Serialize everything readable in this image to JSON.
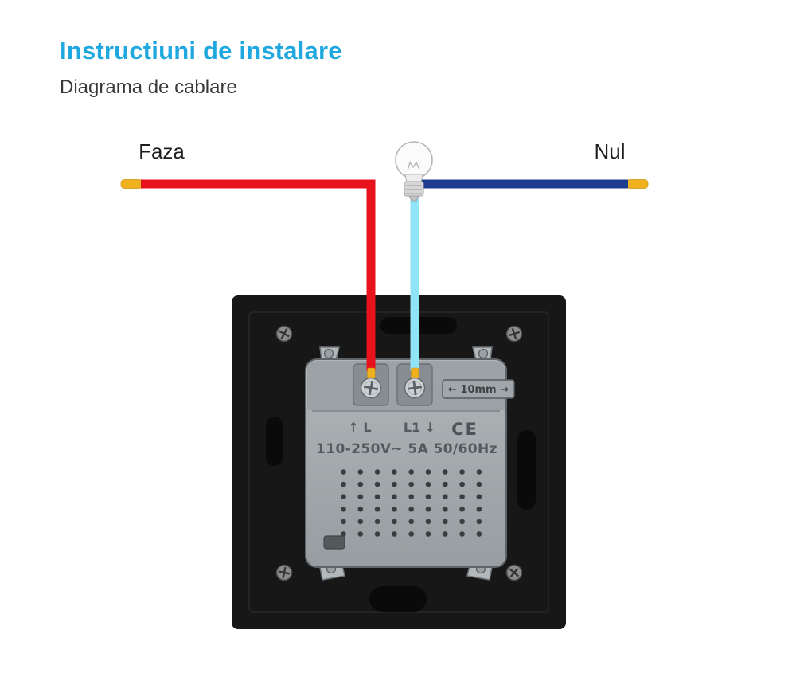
{
  "page": {
    "title": "Instructiuni de instalare",
    "subtitle": "Diagrama de cablare"
  },
  "diagram": {
    "phase_label": "Faza",
    "neutral_label": "Nul",
    "module": {
      "gauge": "← 10mm →",
      "l_marking": "↑ L",
      "l1_marking": "L1 ↓",
      "ce_mark": "CE",
      "rating": "110-250V~ 5A 50/60Hz"
    },
    "colors": {
      "title_accent": "#1fa8e0",
      "phase_wire": "#e8121c",
      "neutral_wire": "#1c3c90",
      "load_wire": "#8fe4f6",
      "wire_tip": "#f0b11e"
    }
  }
}
